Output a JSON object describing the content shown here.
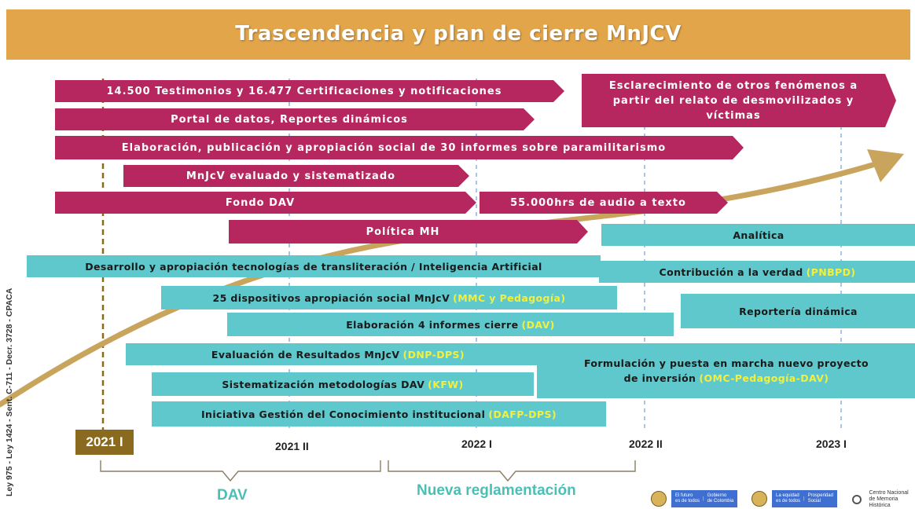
{
  "title": "Trascendencia y plan de cierre MnJCV",
  "colors": {
    "title_bg": "#e2a54a",
    "magenta": "#b5275e",
    "teal": "#5ec8cc",
    "highlight": "#f4ef3b",
    "gold": "#c9a45c",
    "phase_text": "#4bbfb5",
    "period_box": "#8a6a1e"
  },
  "magenta_bars": [
    {
      "text": "14.500 Testimonios y 16.477 Certificaciones y notificaciones"
    },
    {
      "text": "Portal de datos, Reportes dinámicos"
    },
    {
      "text": "Elaboración, publicación y apropiación social de 30 informes sobre paramilitarismo"
    },
    {
      "text": "MnJcV evaluado y sistematizado"
    },
    {
      "text": "Fondo DAV"
    },
    {
      "text": "55.000hrs de audio a texto"
    },
    {
      "text": "Política MH"
    }
  ],
  "magenta_multiline": {
    "line1": "Esclarecimiento de otros fenómenos a",
    "line2": "partir del relato de desmovilizados y",
    "line3": "víctimas"
  },
  "teal_bars": [
    {
      "text": "Analítica",
      "hl": ""
    },
    {
      "text": "Desarrollo y apropiación tecnologías de transliteración / Inteligencia Artificial",
      "hl": ""
    },
    {
      "text": "Contribución a la verdad",
      "hl": "(PNBPD)"
    },
    {
      "text": "25 dispositivos apropiación social MnJcV",
      "hl": "(MMC y Pedagogía)"
    },
    {
      "text": "Reportería dinámica",
      "hl": ""
    },
    {
      "text": "Elaboración 4 informes cierre",
      "hl": "(DAV)"
    },
    {
      "text": "Evaluación de Resultados MnJcV",
      "hl": "(DNP-DPS)"
    },
    {
      "text": "Sistematización metodologías DAV",
      "hl": "(KFW)"
    },
    {
      "text": "Iniciativa Gestión del Conocimiento institucional",
      "hl": "(DAFP-DPS)"
    }
  ],
  "teal_multiline": {
    "line1": "Formulación y puesta en marcha nuevo proyecto",
    "line2": "de inversión",
    "hl": "(OMC-Pedagogía-DAV)"
  },
  "periods": [
    "2021 I",
    "2021 II",
    "2022 I",
    "2022 II",
    "2023 I"
  ],
  "phases": [
    "DAV",
    "Nueva reglamentación"
  ],
  "legal_basis": "Ley 975 - Ley 1424 - Sent. C-711 - Decr. 3728 - CPACA",
  "logos": {
    "govt_1": {
      "line1": "El futuro",
      "line2": "es de todos",
      "right1": "Gobierno",
      "right2": "de Colombia"
    },
    "govt_2": {
      "line1": "La equidad",
      "line2": "es de todos",
      "right1": "Prosperidad",
      "right2": "Social"
    },
    "cnmh": {
      "line1": "Centro Nacional",
      "line2": "de Memoria Histórica"
    }
  }
}
